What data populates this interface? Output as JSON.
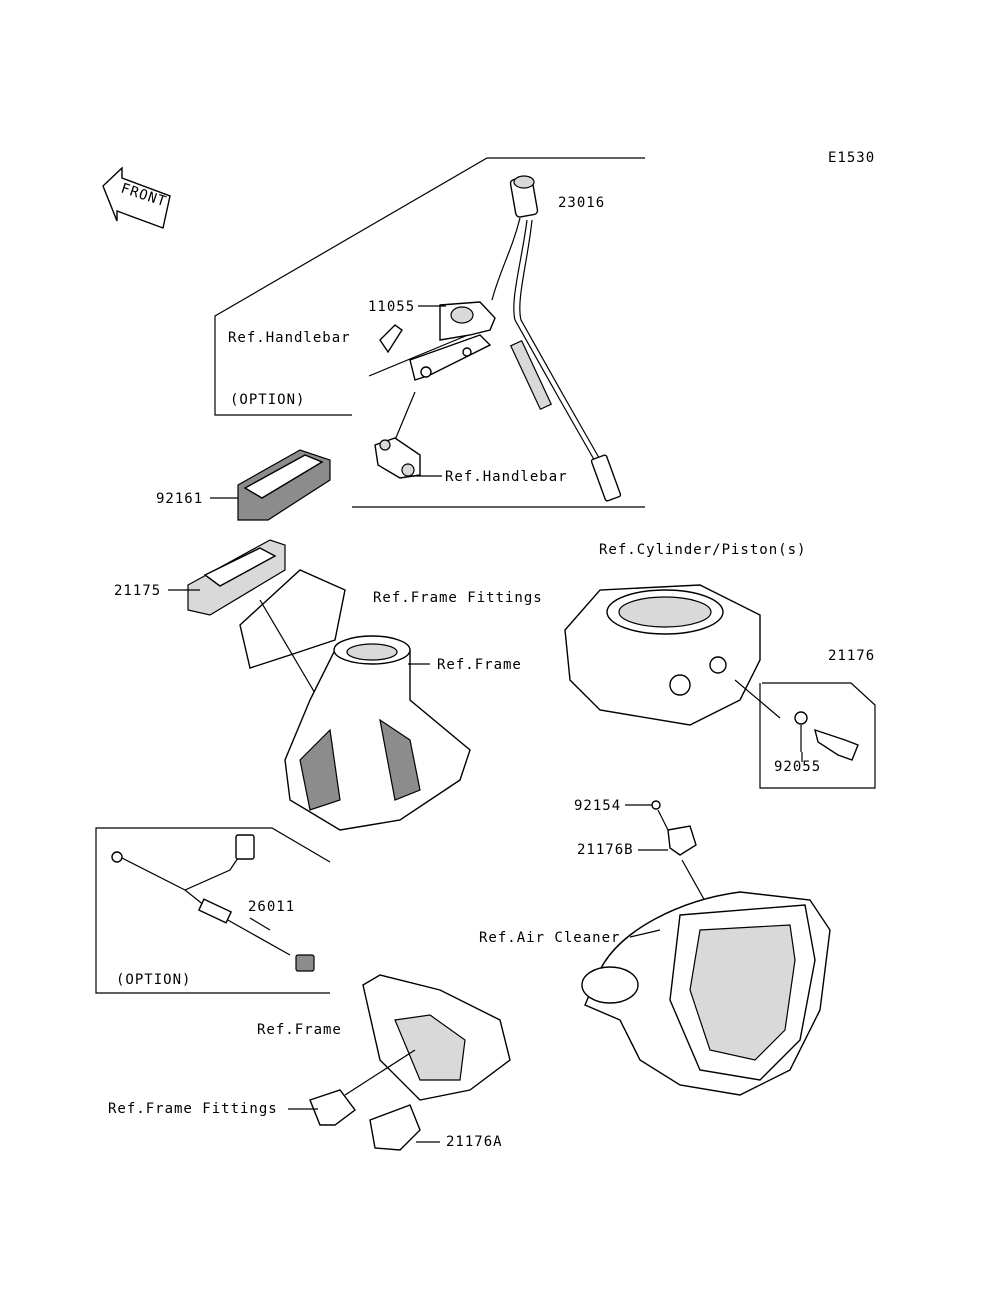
{
  "diagram_id": "E1530",
  "front_indicator": "FRONT",
  "parts": {
    "p23016": "23016",
    "p11055": "11055",
    "p92161": "92161",
    "p21175": "21175",
    "p21176": "21176",
    "p92055": "92055",
    "p92154": "92154",
    "p21176b": "21176B",
    "p26011": "26011",
    "p21176a": "21176A"
  },
  "refs": {
    "handlebar_1": "Ref.Handlebar",
    "option_1": "(OPTION)",
    "handlebar_2": "Ref.Handlebar",
    "frame_fittings_1": "Ref.Frame Fittings",
    "frame_1": "Ref.Frame",
    "cylinder_piston": "Ref.Cylinder/Piston(s)",
    "air_cleaner": "Ref.Air Cleaner",
    "option_2": "(OPTION)",
    "frame_2": "Ref.Frame",
    "frame_fittings_2": "Ref.Frame Fittings"
  }
}
